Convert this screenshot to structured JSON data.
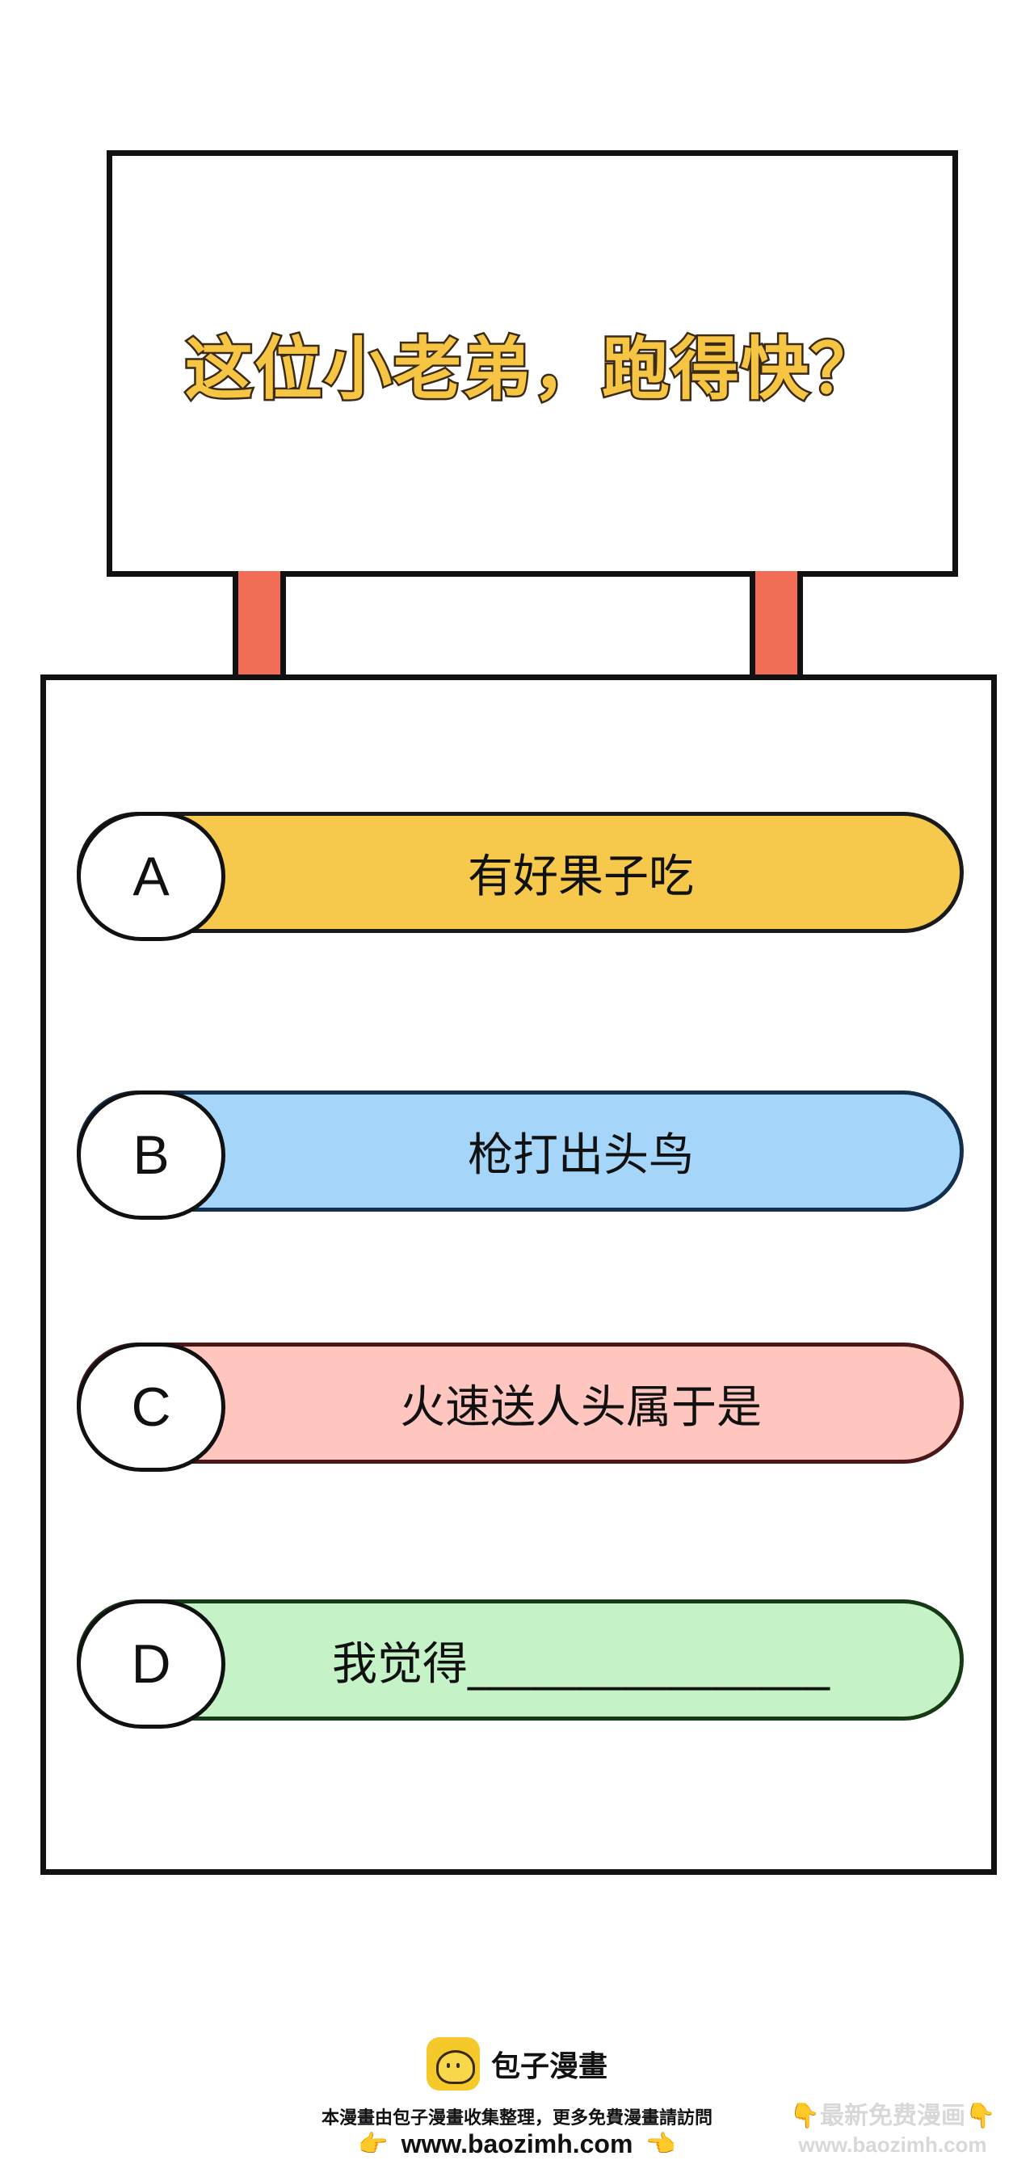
{
  "sign": {
    "title": "这位小老弟，跑得快？",
    "post_color": "#f26d56",
    "title_color": "#f6c544"
  },
  "options": [
    {
      "letter": "A",
      "text": "有好果子吃",
      "color": "#f6c94d"
    },
    {
      "letter": "B",
      "text": "枪打出头鸟",
      "color": "#a5d5f9"
    },
    {
      "letter": "C",
      "text": "火速送人头属于是",
      "color": "#fec6bf"
    },
    {
      "letter": "D",
      "text": "我觉得________________",
      "color": "#c5f3c7"
    }
  ],
  "footer": {
    "logo_icon": "baozi-logo-icon",
    "logo_text": "包子漫畫",
    "note": "本漫畫由包子漫畫收集整理，更多免費漫畫請訪問",
    "url": "www.baozimh.com",
    "hand_left": "👉",
    "hand_right": "👈"
  },
  "watermark": {
    "title": "👇最新免费漫画👇",
    "url": "www.baozimh.com"
  }
}
